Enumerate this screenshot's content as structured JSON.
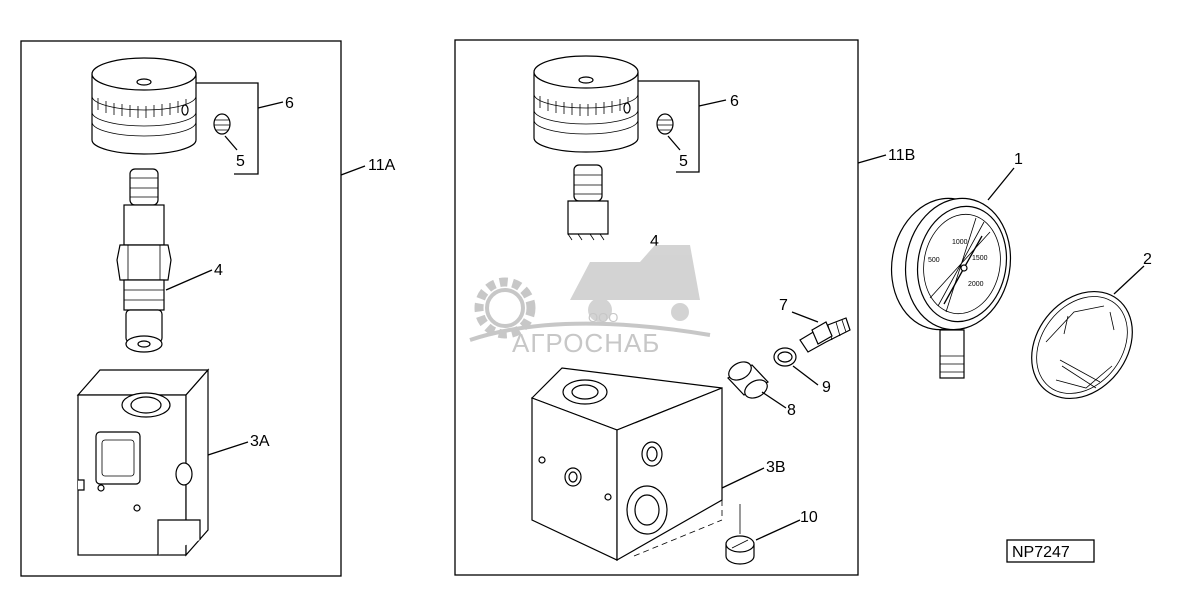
{
  "watermark": {
    "company": "АГРОСНАБ",
    "prefix": "ООО"
  },
  "assemblies": {
    "left": "11A",
    "right": "11B"
  },
  "callouts": {
    "c1": "1",
    "c2": "2",
    "c3a": "3A",
    "c3b": "3B",
    "c4": "4",
    "c4b": "4",
    "c5": "5",
    "c5b": "5",
    "c6": "6",
    "c6b": "6",
    "c7": "7",
    "c8": "8",
    "c9": "9",
    "c10": "10"
  },
  "gauge": {
    "scale_labels": [
      "500",
      "1000",
      "1500",
      "2000"
    ]
  },
  "figure_id": "NP7247",
  "colors": {
    "lines": "#000000",
    "watermark": "#9a9a9a",
    "background": "#ffffff"
  }
}
